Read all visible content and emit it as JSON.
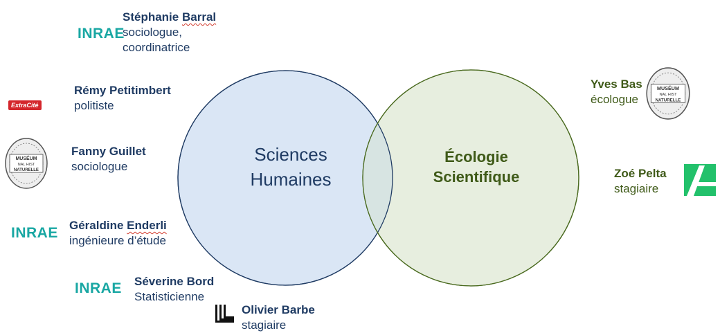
{
  "circles": {
    "left": {
      "line1": "Sciences",
      "line2": "Humaines",
      "fill": "#dae6f5",
      "stroke": "#1f3b63"
    },
    "right": {
      "line1": "Écologie",
      "line2": "Scientifique",
      "fill": "#e7eedf",
      "stroke": "#4a6a1f"
    },
    "overlap_fill": "#d7e4e2"
  },
  "people": [
    {
      "name_first": "Stéphanie",
      "name_last": "Barral",
      "role_line1": "sociologue,",
      "role_line2": "coordinatrice",
      "logo": "INRAE"
    },
    {
      "name_first": "Rémy",
      "name_last": "Petitimbert",
      "role_line1": "politiste",
      "logo": "ExtraCité"
    },
    {
      "name_first": "Fanny",
      "name_last": "Guillet",
      "role_line1": "sociologue",
      "logo": "museum-seal"
    },
    {
      "name_first": "Géraldine",
      "name_last": "Enderli",
      "role_line1": "ingénieure d’étude",
      "logo": "INRAE"
    },
    {
      "name_first": "Séverine",
      "name_last": "Bord",
      "role_line1": "Statisticienne",
      "logo": "INRAE"
    },
    {
      "name_first": "Olivier",
      "name_last": "Barbe",
      "role_line1": "stagiaire",
      "logo": "ll-logo"
    },
    {
      "name_first": "Yves",
      "name_last": "Bas",
      "role_line1": "écologue",
      "logo": "museum-seal"
    },
    {
      "name_first": "Zoé",
      "name_last": "Pelta",
      "role_line1": "stagiaire",
      "logo": "green-a-logo"
    }
  ],
  "logos": {
    "inrae_text": "INRAE",
    "extracite_text": "ExtraCité",
    "museum_lines": [
      "MUSÉUM",
      "NAL HIST",
      "NATURELLE"
    ]
  },
  "colors": {
    "blue": "#1f3b63",
    "green": "#3f5a18",
    "inrae": "#19a7a3",
    "extracite": "#d4262c",
    "a_logo": "#22c16b"
  }
}
